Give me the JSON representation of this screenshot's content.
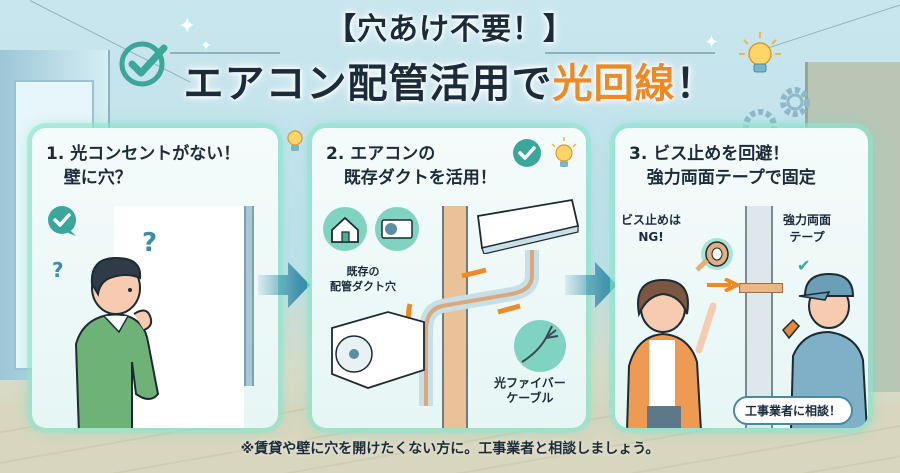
{
  "header": {
    "title_line1": "【穴あけ不要！】",
    "title_line2_main": "エアコン配管活用で",
    "title_line2_accent": "光回線",
    "title_line2_end": "！"
  },
  "colors": {
    "accent_orange": "#ee8a25",
    "text_dark": "#1b2b3a",
    "teal": "#3aa79a",
    "arrow_blue": "#1f7fa0",
    "panel_glow": "#8ce8cd"
  },
  "steps": [
    {
      "number": "1.",
      "title": "1. 光コンセントがない！\n   壁に穴？",
      "icons": [
        "check-bubble-icon",
        "question-mark-icon",
        "question-mark-icon",
        "lightbulb-icon"
      ]
    },
    {
      "number": "2.",
      "title": "2. エアコンの\n   既存ダクトを活用！",
      "labels": {
        "duct_hole": "既存の\n配管ダクト穴",
        "fiber_cable": "光ファイバー\nケーブル"
      },
      "icons": [
        "house-icon",
        "outdoor-unit-icon",
        "check-circle-icon",
        "lightbulb-icon"
      ]
    },
    {
      "number": "3.",
      "title": "3. ビス止めを回避！\n   強力両面テープで固定",
      "labels": {
        "no_screws": "ビス止めは\nNG!",
        "double_tape": "強力両面\nテープ"
      },
      "bubble": "工事業者に相談！",
      "icons": [
        "tape-roll-icon",
        "check-icon",
        "drill-icon",
        "screw-icon"
      ]
    }
  ],
  "footer": {
    "note": "※賃貸や壁に穴を開けたくない方に。工事業者と相談しましょう。"
  }
}
